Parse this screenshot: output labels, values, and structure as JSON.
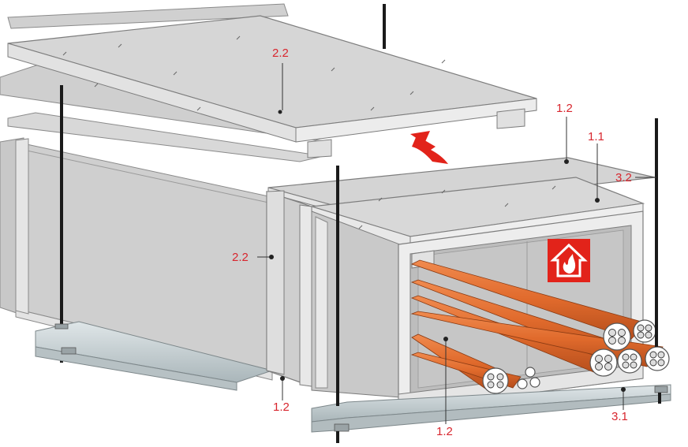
{
  "labels": {
    "top_board": "2.2",
    "side_board": "2.2",
    "top_edge": "1.2",
    "front_board": "1.1",
    "hanger_rod": "3.2",
    "inner_bottom": "1.2",
    "bottom_left": "1.2",
    "rail": "3.1"
  },
  "colors": {
    "label": "#d8262e",
    "board": "#d4d4d4",
    "board_dark": "#bdbdbd",
    "board_light": "#e4e4e4",
    "cable": "#e06a2c",
    "rail": "#c9d3d6",
    "rod": "#1a1a1a",
    "fire_sign": "#e2231a"
  },
  "icons": {
    "arrow": "curved-red-arrow-icon",
    "sign": "fire-house-sign-icon"
  }
}
